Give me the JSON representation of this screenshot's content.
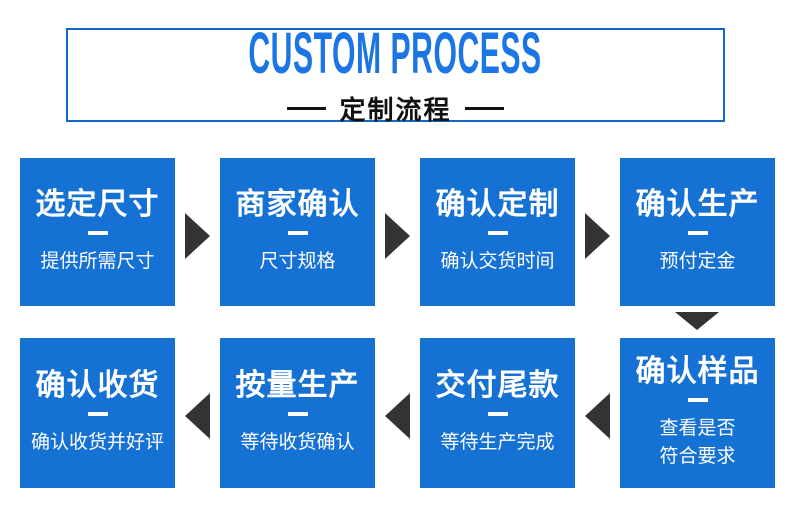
{
  "header": {
    "title": "CUSTOM PROCESS",
    "subtitle": "定制流程"
  },
  "steps": [
    {
      "title": "选定尺寸",
      "subtitle": "提供所需尺寸"
    },
    {
      "title": "商家确认",
      "subtitle": "尺寸规格"
    },
    {
      "title": "确认定制",
      "subtitle": "确认交货时间"
    },
    {
      "title": "确认生产",
      "subtitle": "预付定金"
    },
    {
      "title": "确认样品",
      "subtitle": "查看是否\n符合要求"
    },
    {
      "title": "交付尾款",
      "subtitle": "等待生产完成"
    },
    {
      "title": "按量生产",
      "subtitle": "等待收货确认"
    },
    {
      "title": "确认收货",
      "subtitle": "确认收货并好评"
    }
  ],
  "flow": {
    "top_row_direction": "left-to-right",
    "bottom_row_direction": "right-to-left"
  },
  "colors": {
    "box_blue": "#1571d3",
    "header_title_blue": "#1b75e3",
    "header_border_blue": "#1268c8",
    "arrow_dark": "#333335",
    "text_white": "#ffffff",
    "text_black": "#111111"
  }
}
